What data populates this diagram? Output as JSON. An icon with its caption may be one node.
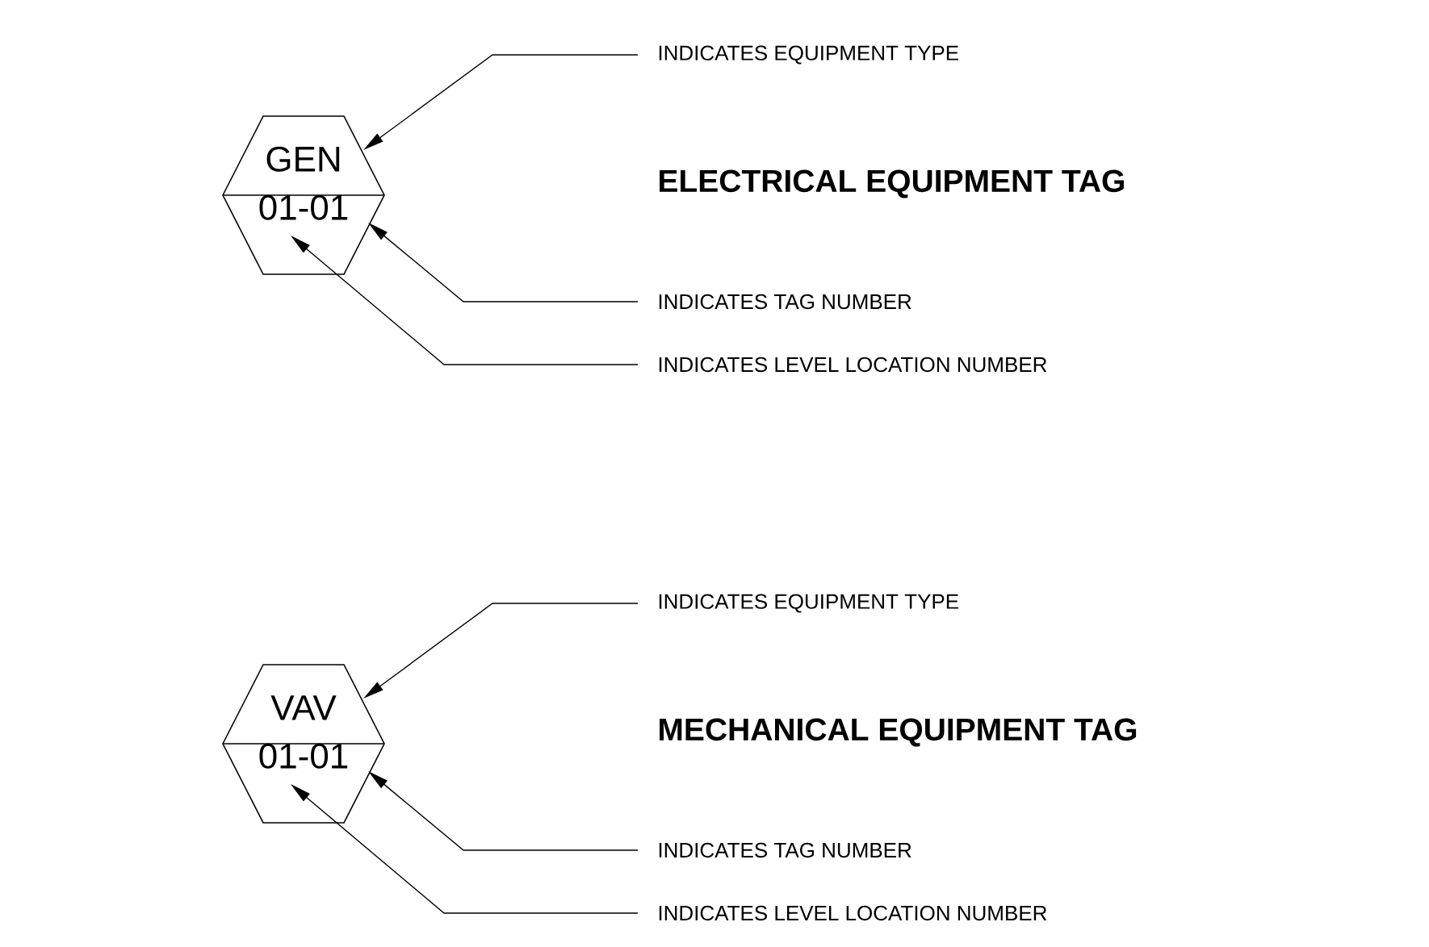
{
  "diagram": {
    "nodes": [
      {
        "text": [
          "GEN",
          "01-01"
        ]
      },
      {
        "text": [
          "INDICATES EQUIPMENT TYPE"
        ]
      },
      {
        "text": [
          "INDICATES TAG NUMBER"
        ]
      },
      {
        "text": [
          "INDICATES LEVEL LOCATION NUMBER"
        ]
      },
      {
        "text": [
          "VAV",
          "01-01"
        ]
      },
      {
        "text": [
          "INDICATES EQUIPMENT TYPE"
        ]
      },
      {
        "text": [
          "INDICATES TAG NUMBER"
        ]
      },
      {
        "text": [
          "INDICATES LEVEL LOCATION NUMBER"
        ]
      }
    ],
    "edges": [
      {
        "from": 1,
        "to": 0,
        "arrow": "to"
      },
      {
        "from": 2,
        "to": 0,
        "arrow": "to"
      },
      {
        "from": 3,
        "to": 0,
        "arrow": "to"
      },
      {
        "from": 5,
        "to": 4,
        "arrow": "to"
      },
      {
        "from": 6,
        "to": 4,
        "arrow": "to"
      },
      {
        "from": 7,
        "to": 4,
        "arrow": "to"
      }
    ],
    "labels": [
      "ELECTRICAL EQUIPMENT TAG",
      "MECHANICAL EQUIPMENT TAG"
    ]
  }
}
